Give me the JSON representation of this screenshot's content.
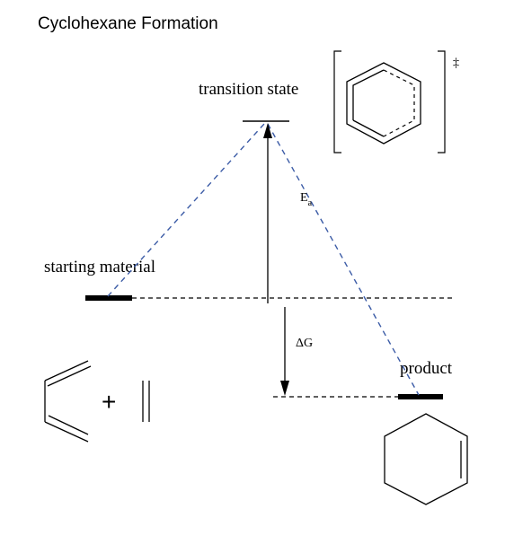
{
  "title": "Cyclohexane Formation",
  "labels": {
    "transition_state": "transition state",
    "starting_material": "starting material",
    "product": "product",
    "activation_energy": "E",
    "activation_energy_subscript": "a",
    "delta_g": "ΔG",
    "double_dagger": "‡",
    "plus": "+"
  },
  "colors": {
    "reaction_path": "#3b5ba6",
    "lines": "#000000"
  }
}
